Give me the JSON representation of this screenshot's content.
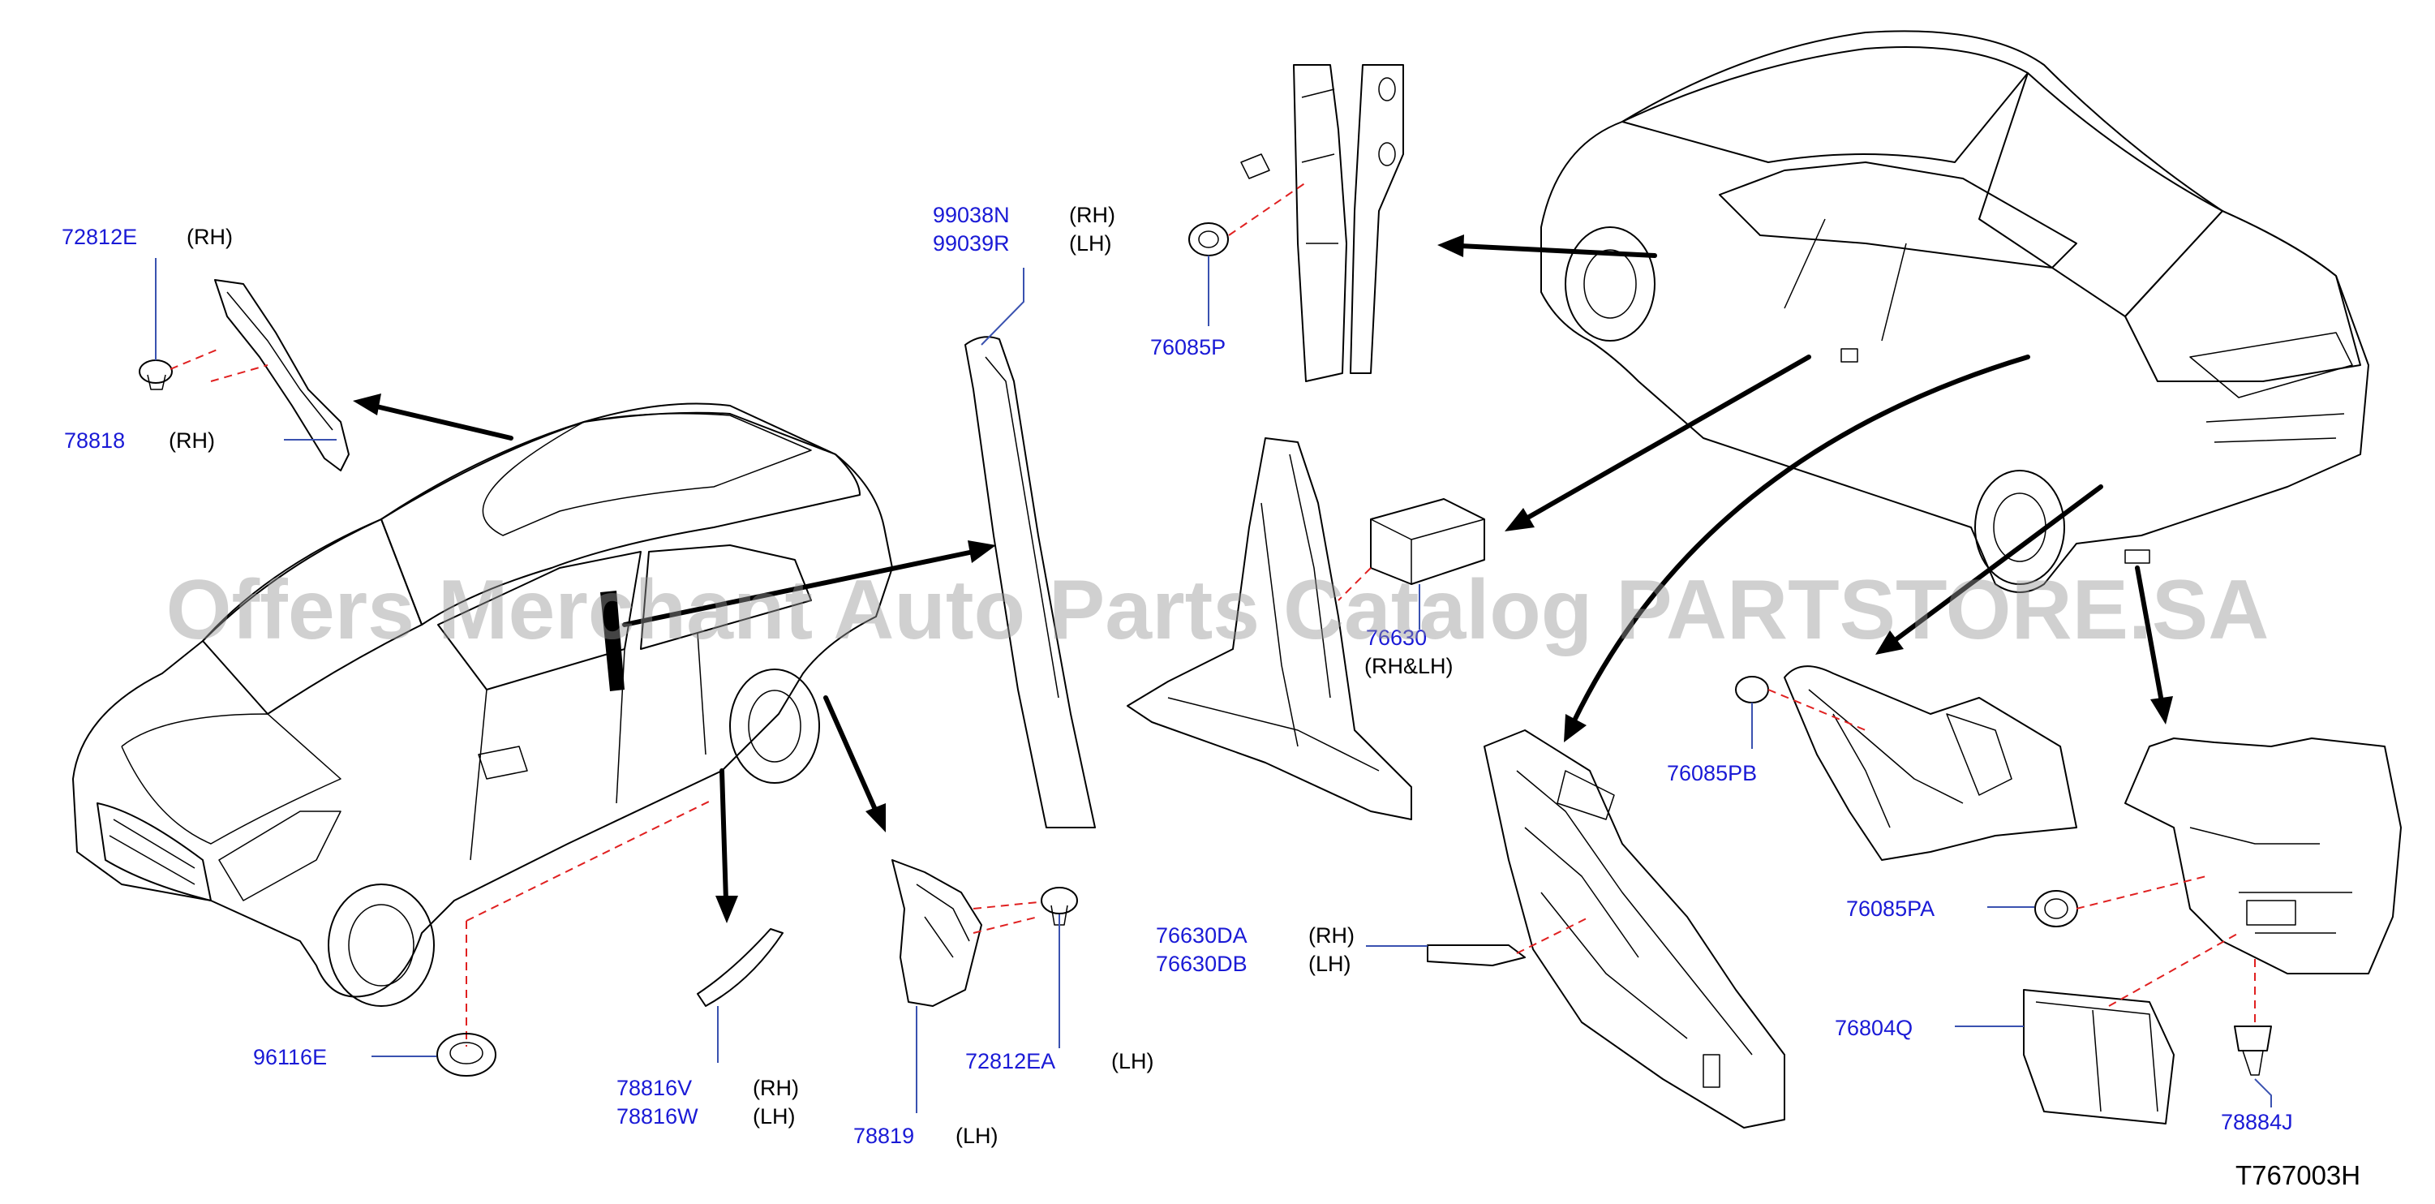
{
  "diagram_code": "T767003H",
  "watermark": "Offers Merchant Auto Parts Catalog PARTSTORE.SA",
  "colors": {
    "part_number": "#1a1ad6",
    "side_label": "#000000",
    "leader": "#3a52b0",
    "dashed_guide": "#e02020"
  },
  "callouts": {
    "p72812E": {
      "number": "72812E",
      "side": "(RH)"
    },
    "p78818": {
      "number": "78818",
      "side": "(RH)"
    },
    "p99038N": {
      "number": "99038N",
      "side": "(RH)"
    },
    "p99039R": {
      "number": "99039R",
      "side": "(LH)"
    },
    "p76085P": {
      "number": "76085P",
      "side": ""
    },
    "p76630": {
      "number": "76630",
      "side": "(RH&LH)"
    },
    "p76085PB": {
      "number": "76085PB",
      "side": ""
    },
    "p76630DA": {
      "number": "76630DA",
      "side": "(RH)"
    },
    "p76630DB": {
      "number": "76630DB",
      "side": "(LH)"
    },
    "p76085PA": {
      "number": "76085PA",
      "side": ""
    },
    "p76804Q": {
      "number": "76804Q",
      "side": ""
    },
    "p78884J": {
      "number": "78884J",
      "side": ""
    },
    "p96116E": {
      "number": "96116E",
      "side": ""
    },
    "p78816V": {
      "number": "78816V",
      "side": "(RH)"
    },
    "p78816W": {
      "number": "78816W",
      "side": "(LH)"
    },
    "p78819": {
      "number": "78819",
      "side": "(LH)"
    },
    "p72812EA": {
      "number": "72812EA",
      "side": "(LH)"
    }
  }
}
